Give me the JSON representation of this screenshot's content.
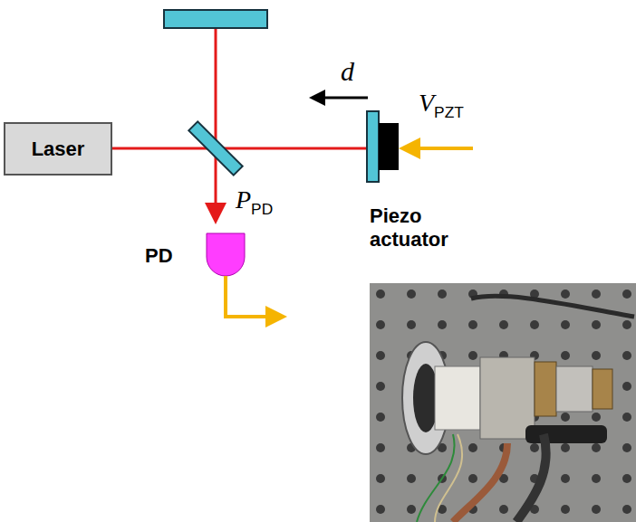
{
  "diagram": {
    "nodes": [
      {
        "text": [
          "Laser"
        ]
      }
    ],
    "labels": [
      "d",
      "VPZT",
      "PPD",
      "PD",
      "Piezo actuator"
    ]
  }
}
